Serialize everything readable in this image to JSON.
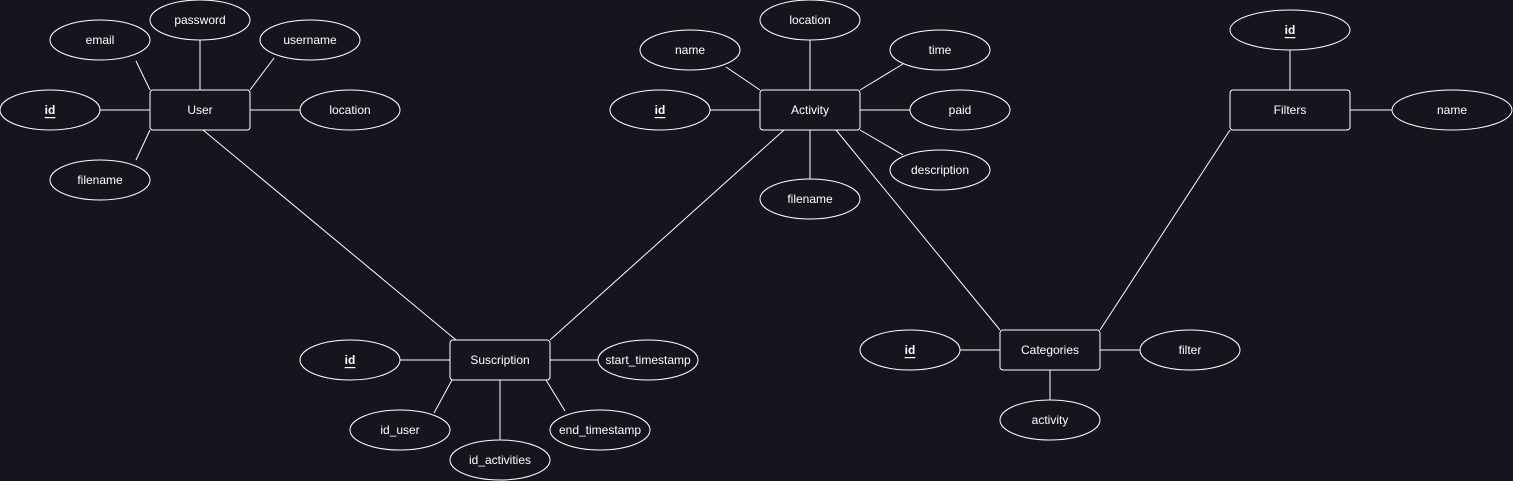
{
  "diagram": {
    "entities": {
      "user": "User",
      "activity": "Activity",
      "filters": "Filters",
      "suscription": "Suscription",
      "categories": "Categories"
    },
    "attributes": {
      "user": {
        "id": "id",
        "email": "email",
        "password": "password",
        "username": "username",
        "location": "location",
        "filename": "filename"
      },
      "activity": {
        "id": "id",
        "name": "name",
        "location": "location",
        "time": "time",
        "paid": "paid",
        "description": "description",
        "filename": "filename"
      },
      "filters": {
        "id": "id",
        "name": "name"
      },
      "suscription": {
        "id": "id",
        "start_timestamp": "start_timestamp",
        "end_timestamp": "end_timestamp",
        "id_user": "id_user",
        "id_activities": "id_activities"
      },
      "categories": {
        "id": "id",
        "filter": "filter",
        "activity": "activity"
      }
    }
  }
}
